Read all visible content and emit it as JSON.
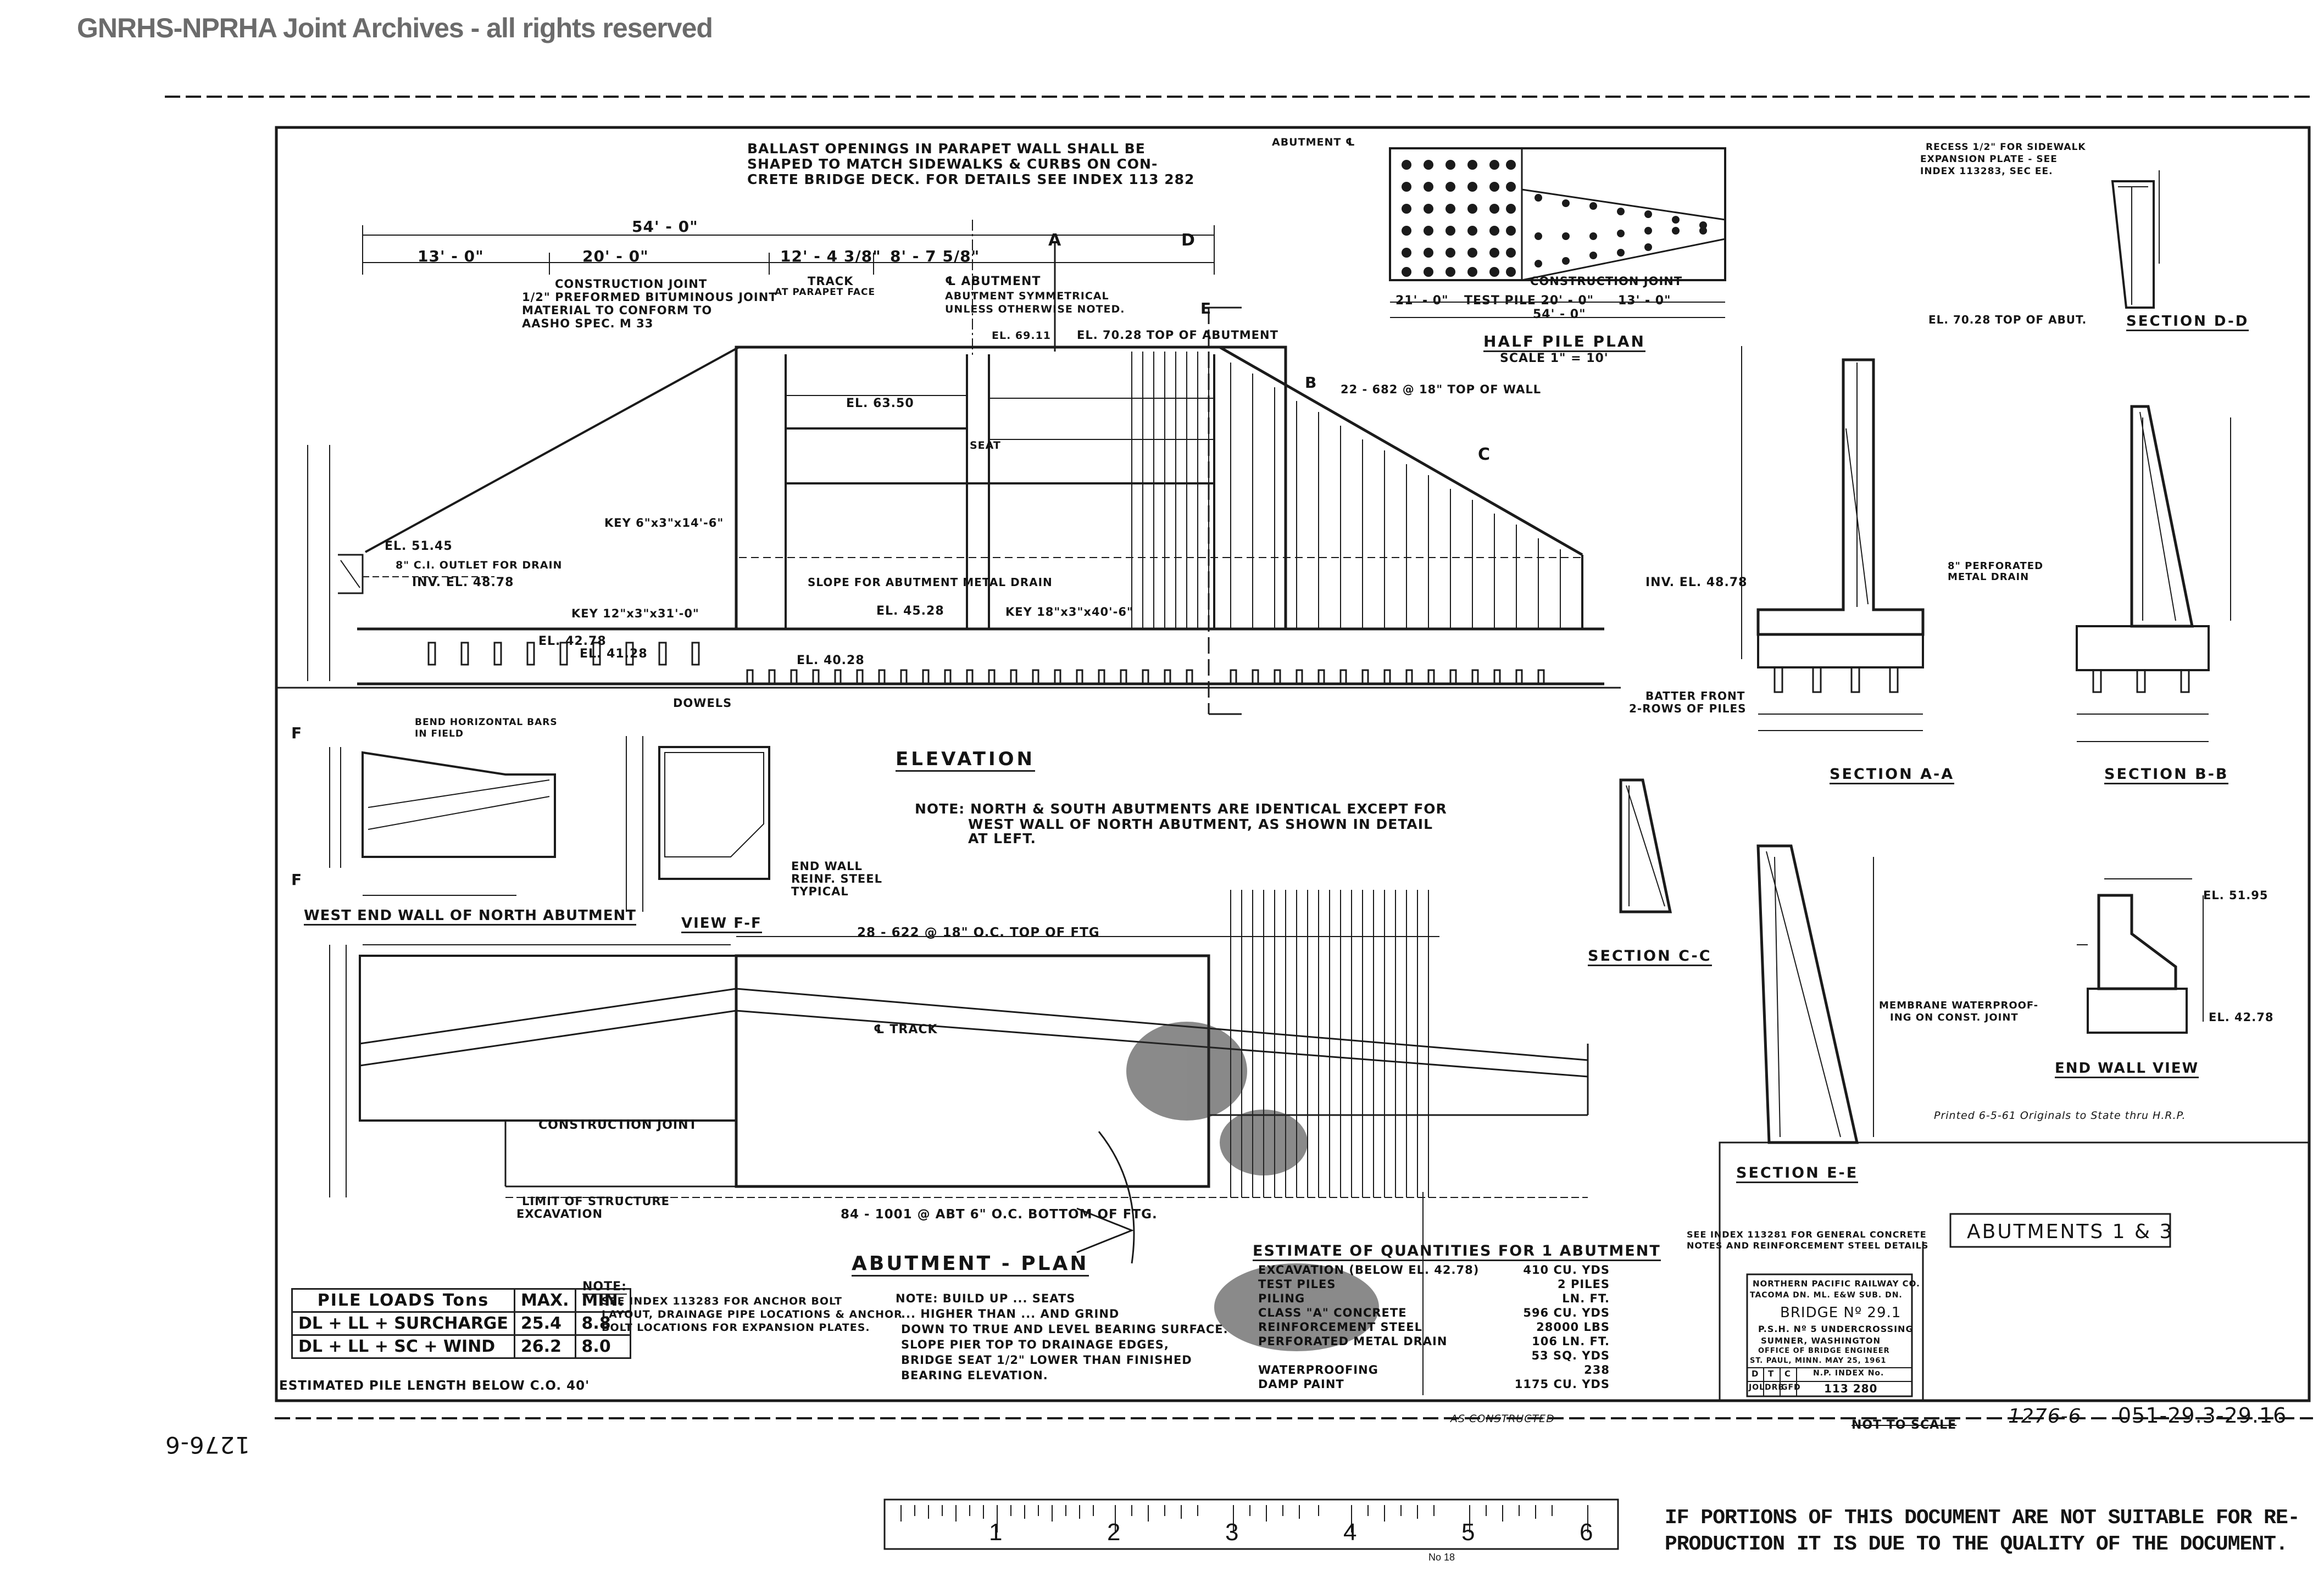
{
  "watermark": "GNRHS-NPRHA Joint Archives - all rights reserved",
  "drawing": {
    "ballast_note": [
      "BALLAST OPENINGS IN PARAPET WALL SHALL BE",
      "SHAPED TO MATCH SIDEWALKS & CURBS ON CON-",
      "CRETE BRIDGE DECK. FOR DETAILS SEE INDEX 113 282"
    ],
    "dim_54": "54' - 0\"",
    "dim_13": "13' - 0\"",
    "dim_20": "20' - 0\"",
    "dim_12": "12' - 4 3/8\"",
    "dim_8": "8' - 7 5/8\"",
    "construction_joint_note": [
      "CONSTRUCTION JOINT",
      "1/2\" PREFORMED BITUMINOUS JOINT",
      "MATERIAL TO CONFORM TO",
      "AASHO SPEC. M 33"
    ],
    "track_label": [
      "TRACK",
      "AT PARAPET FACE"
    ],
    "abutment_cl": [
      "℄ ABUTMENT",
      "ABUTMENT SYMMETRICAL",
      "UNLESS OTHERWISE NOTED."
    ],
    "elevation_title": "ELEVATION",
    "elevation_note": [
      "NOTE: NORTH & SOUTH ABUTMENTS ARE IDENTICAL EXCEPT FOR",
      "WEST WALL OF NORTH ABUTMENT, AS SHOWN IN DETAIL",
      "AT LEFT."
    ],
    "half_pile_plan": "HALF PILE PLAN",
    "half_pile_scale": "SCALE 1\" = 10'",
    "pile_dims": [
      "21' - 0\"",
      "TEST PILE 20' - 0\"",
      "13' - 0\"",
      "54' - 0\""
    ],
    "pile_cj": "CONSTRUCTION JOINT",
    "abutment_label": "ABUTMENT ℄",
    "recess_note": [
      "RECESS 1/2\" FOR SIDEWALK",
      "EXPANSION PLATE - SEE",
      "INDEX 113283, SEC EE."
    ],
    "section_dd": "SECTION D-D",
    "section_aa": "SECTION A-A",
    "section_bb": "SECTION B-B",
    "section_cc": "SECTION C-C",
    "section_ee": "SECTION E-E",
    "end_wall_view": "END WALL VIEW",
    "view_ff": "VIEW F-F",
    "west_end_wall": "WEST END WALL OF NORTH ABUTMENT",
    "end_wall_reinf": [
      "END WALL",
      "REINF. STEEL",
      "TYPICAL"
    ],
    "bend_bars": [
      "BEND HORIZONTAL BARS",
      "IN FIELD"
    ],
    "abutment_plan": "ABUTMENT - PLAN",
    "ftg_note": "28 - 622 @ 18\" O.C. TOP OF FTG",
    "ftg_bottom": "84 - 1001 @ ABT 6\" O.C. BOTTOM OF FTG.",
    "limit_excavation": [
      "LIMIT OF STRUCTURE",
      "EXCAVATION"
    ],
    "construction_joint": "CONSTRUCTION JOINT",
    "track_cl": "℄ TRACK",
    "el_labels": [
      "EL. 70.28 TOP OF ABUTMENT",
      "EL. 69.11",
      "EL. 63.50",
      "EL. 51.45",
      "INV. EL. 48.78",
      "EL. 45.28",
      "EL. 42.78",
      "EL. 41.28",
      "EL. 40.28",
      "INV. EL. 48.78",
      "EL. 70.28 TOP OF ABUT.",
      "EL. 51.95",
      "EL. 42.78"
    ],
    "key_labels": [
      "KEY 12\"x3\"x31'-0\"",
      "KEY 6\"x3\"x14'-6\"",
      "KEY 18\"x3\"x40'-6\""
    ],
    "outlet_note": "8\" C.I. OUTLET FOR DRAIN",
    "slope_note": "SLOPE FOR ABUTMENT METAL DRAIN",
    "seat_label": "SEAT",
    "dowels": "DOWELS",
    "parapet_note": "22 - 682 @ 18\" TOP OF WALL",
    "batter_note": [
      "BATTER FRONT",
      "2-ROWS OF PILES"
    ],
    "membrane_note": [
      "MEMBRANE WATERPROOF-",
      "ING ON CONST. JOINT"
    ],
    "perforated_note": [
      "8\" PERFORATED",
      "METAL DRAIN"
    ],
    "printed_note": "Printed 6-5-61   Originals to State thru H.R.P."
  },
  "pile_loads": {
    "headers": [
      "PILE LOADS Tons",
      "MAX.",
      "MIN."
    ],
    "rows": [
      [
        "DL + LL + SURCHARGE",
        "25.4",
        "8.8"
      ],
      [
        "DL + LL + SC + WIND",
        "26.2",
        "8.0"
      ]
    ],
    "est_length": "ESTIMATED PILE LENGTH BELOW C.O. 40'"
  },
  "notes_block": {
    "title": "NOTE:",
    "lines": [
      "SEE INDEX 113283 FOR ANCHOR BOLT",
      "LAYOUT, DRAINAGE PIPE LOCATIONS & ANCHOR",
      "BOLT LOCATIONS FOR EXPANSION PLATES."
    ]
  },
  "note2": [
    "NOTE: BUILD UP ... SEATS",
    "... HIGHER THAN ... AND GRIND",
    "DOWN TO TRUE AND LEVEL BEARING SURFACE.",
    "SLOPE PIER TOP TO DRAINAGE EDGES,",
    "BRIDGE SEAT 1/2\" LOWER THAN FINISHED",
    "BEARING ELEVATION."
  ],
  "estimate": {
    "title": "ESTIMATE OF QUANTITIES FOR 1 ABUTMENT",
    "items": [
      [
        "EXCAVATION (BELOW EL. 42.78)",
        "410 CU. YDS"
      ],
      [
        "TEST PILES",
        "2 PILES"
      ],
      [
        "PILING",
        "LN. FT."
      ],
      [
        "CLASS \"A\" CONCRETE",
        "596 CU. YDS"
      ],
      [
        "REINFORCEMENT STEEL",
        "28000 LBS"
      ],
      [
        "PERFORATED METAL DRAIN",
        "106 LN. FT."
      ],
      [
        "",
        "53 SQ. YDS"
      ],
      [
        "WATERPROOFING",
        "238"
      ],
      [
        "DAMP PAINT",
        "1175 CU. YDS"
      ]
    ]
  },
  "see_index": [
    "SEE INDEX 113281 FOR GENERAL CONCRETE",
    "NOTES AND REINFORCEMENT STEEL DETAILS"
  ],
  "title_block": {
    "sheet_title": "ABUTMENTS 1 & 3",
    "railway": "NORTHERN PACIFIC RAILWAY CO.",
    "division": "TACOMA DN.   ML.   E&W SUB. DN.",
    "bridge": "BRIDGE Nº 29.1",
    "undercrossing": "P.S.H. Nº 5 UNDERCROSSING",
    "location": "SUMNER, WASHINGTON",
    "engineer": "OFFICE OF BRIDGE ENGINEER",
    "date": "ST. PAUL, MINN.   MAY 25, 1961",
    "grid_headers": [
      "D",
      "T",
      "C",
      "N.P. INDEX No."
    ],
    "grid_values": [
      "JOL",
      "DRB",
      "GFD",
      "113 280"
    ]
  },
  "footer": {
    "as_constructed": "AS CONSTRUCTED",
    "not_to_scale": "NOT TO SCALE",
    "sheet_ref": "1276-6",
    "mirrored_ref": "1276-6",
    "catalog": "051-29.3-29.16",
    "disclaimer": [
      "IF PORTIONS OF THIS DOCUMENT ARE NOT SUITABLE FOR RE-",
      "PRODUCTION IT IS DUE TO THE QUALITY OF THE DOCUMENT."
    ],
    "ruler_numbers": [
      "1",
      "2",
      "3",
      "4",
      "5",
      "6"
    ],
    "ruler_small": "No 18"
  }
}
